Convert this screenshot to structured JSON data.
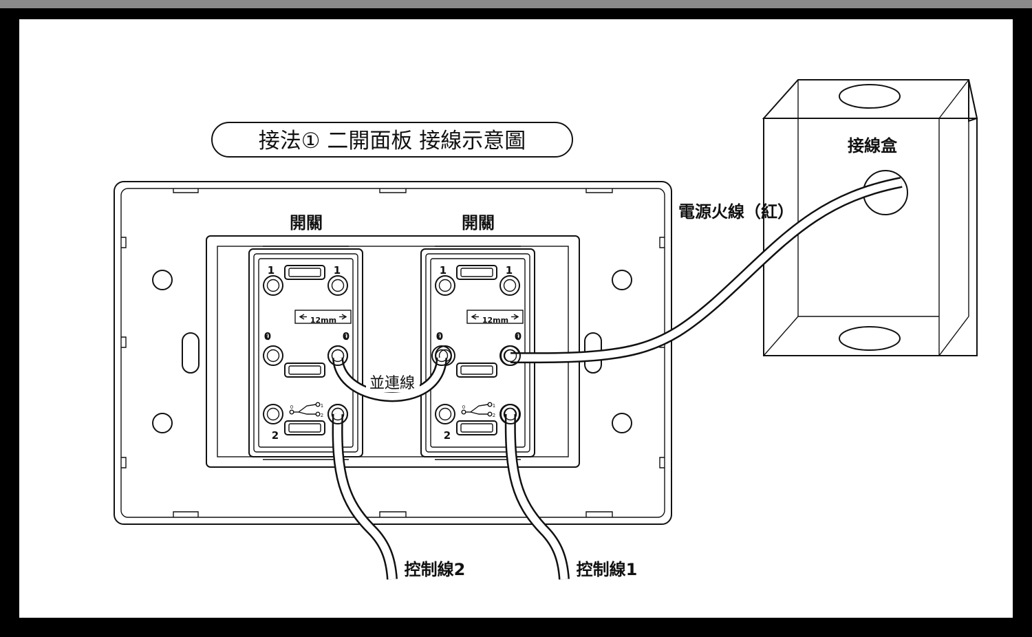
{
  "title": "接法① 二開面板 接線示意圖",
  "switch_labels": [
    "開關",
    "開關"
  ],
  "terminal_labels": {
    "t1": "1",
    "t0": "0",
    "t2": "2"
  },
  "dimension_label": "12mm",
  "mini_schematic": {
    "zero": "0",
    "one": "1",
    "two": "2"
  },
  "parallel_wire_label": "並連線",
  "live_wire_label": "電源火線（紅）",
  "junction_box_label": "接線盒",
  "control_wire_labels": [
    "控制線2",
    "控制線1"
  ]
}
